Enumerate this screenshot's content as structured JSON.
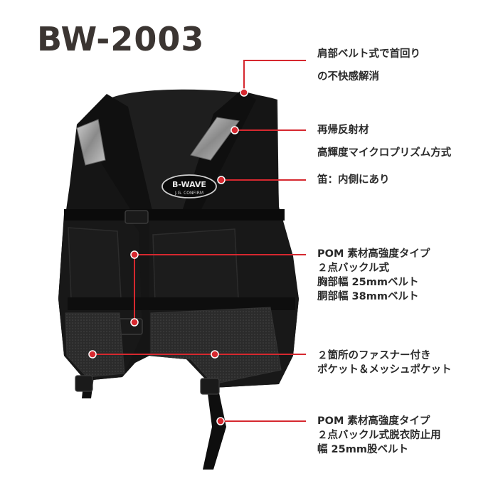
{
  "title": "BW-2003",
  "vest": {
    "badge_line1": "B-WAVE",
    "badge_line2": "J.G. CONFIRM"
  },
  "callouts": [
    {
      "lines": [
        "肩部ベルト式で首回り",
        "の不快感解消"
      ]
    },
    {
      "lines": [
        "再帰反射材",
        "高輝度マイクロプリズム方式"
      ]
    },
    {
      "lines": [
        "笛：内側にあり"
      ]
    },
    {
      "lines": [
        "POM 素材高強度タイプ",
        "２点バックル式",
        "胸部幅 25mmベルト",
        "胴部幅 38mmベルト"
      ]
    },
    {
      "lines": [
        "２箇所のファスナー付き",
        "ポケット＆メッシュポケット"
      ]
    },
    {
      "lines": [
        "POM 素材高強度タイプ",
        "２点バックル式脱衣防止用",
        "幅 25mm股ベルト"
      ]
    }
  ],
  "colors": {
    "accent": "#d6282f",
    "title": "#3b3532",
    "text": "#2a2a2a",
    "vest": "#151515"
  }
}
